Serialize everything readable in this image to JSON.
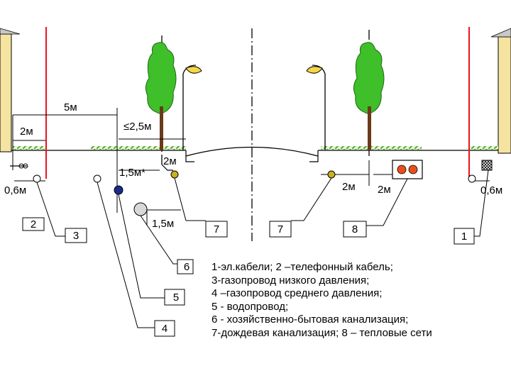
{
  "dimensions": {
    "d5m": "5м",
    "d2m_left": "2м",
    "d2_5m": "≤2,5м",
    "d1_5m_star": "1,5м*",
    "d2m_center": "2м",
    "d2m_right_a": "2м",
    "d2m_right_b": "2м",
    "d0_6m_left": "0,6м",
    "d0_6m_right": "0,6м",
    "d1_5m": "1,5м"
  },
  "callouts": {
    "n2": "2",
    "n3": "3",
    "n7a": "7",
    "n7b": "7",
    "n8": "8",
    "n1": "1",
    "n6": "6",
    "n5": "5",
    "n4": "4"
  },
  "legend": [
    "1-эл.кабели; 2 –телефонный кабель;",
    "3-газопровод низкого давления;",
    "4 –газопровод среднего давления;",
    "5 - водопровод;",
    "6 - хозяйственно-бытовая канализация;",
    "7-дождевая канализация; 8 – тепловые сети"
  ],
  "colors": {
    "red_line": "#e8141e",
    "grass": "#4caf28",
    "building": "#f5e3a0",
    "tree": "#3fbf2a",
    "trunk": "#6b3a1a",
    "lamp": "#f5d742",
    "pipe_medium_gas": "#1a2a8c",
    "heat_pipe": "#e8501a",
    "drain": "#c8b020"
  }
}
